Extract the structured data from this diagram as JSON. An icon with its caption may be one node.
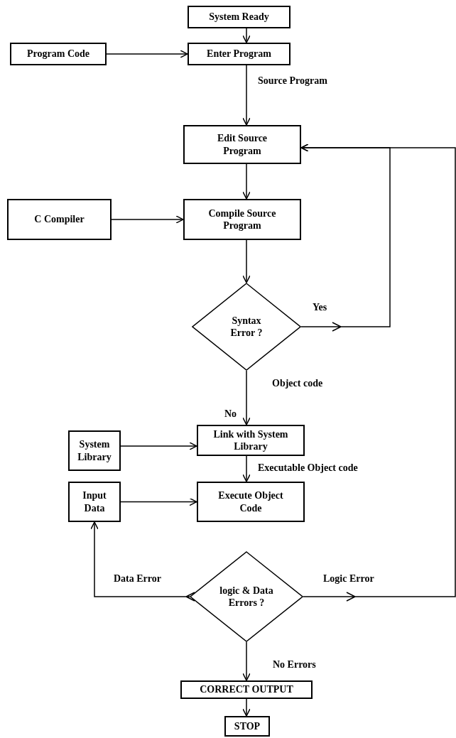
{
  "diagram": {
    "nodes": [
      {
        "text": [
          "System Ready"
        ]
      },
      {
        "text": [
          "Program Code"
        ]
      },
      {
        "text": [
          "Enter Program"
        ]
      },
      {
        "text": [
          "Edit Source Program"
        ]
      },
      {
        "text": [
          "C Compiler"
        ]
      },
      {
        "text": [
          "Compile Source Program"
        ]
      },
      {
        "text": [
          "Syntax Error ?"
        ]
      },
      {
        "text": [
          "System Library"
        ]
      },
      {
        "text": [
          "Link with System Library"
        ]
      },
      {
        "text": [
          "Input Data"
        ]
      },
      {
        "text": [
          "Execute Object Code"
        ]
      },
      {
        "text": [
          "logic & Data Errors ?"
        ]
      },
      {
        "text": [
          "CORRECT OUTPUT"
        ]
      },
      {
        "text": [
          "STOP"
        ]
      }
    ],
    "edges": [
      {
        "from": 0,
        "to": 2,
        "arrow": "to"
      },
      {
        "from": 1,
        "to": 2,
        "arrow": "to"
      },
      {
        "from": 2,
        "to": 3,
        "arrow": "to",
        "label": "Source Program"
      },
      {
        "from": 3,
        "to": 5,
        "arrow": "to"
      },
      {
        "from": 4,
        "to": 5,
        "arrow": "to"
      },
      {
        "from": 5,
        "to": 6,
        "arrow": "to"
      },
      {
        "from": 6,
        "to": 3,
        "arrow": "to",
        "label": "Yes"
      },
      {
        "from": 6,
        "to": 8,
        "arrow": "to",
        "label": "No"
      },
      {
        "from": 7,
        "to": 8,
        "arrow": "to"
      },
      {
        "from": 8,
        "to": 10,
        "arrow": "to",
        "label": "Executable Object code"
      },
      {
        "from": 9,
        "to": 10,
        "arrow": "to"
      },
      {
        "from": 11,
        "to": 9,
        "arrow": "to",
        "label": "Data Error"
      },
      {
        "from": 11,
        "to": 3,
        "arrow": "to",
        "label": "Logic Error"
      },
      {
        "from": 11,
        "to": 12,
        "arrow": "to",
        "label": "No Errors"
      },
      {
        "from": 12,
        "to": 13,
        "arrow": "to"
      }
    ],
    "labels": [
      "Object code"
    ]
  }
}
